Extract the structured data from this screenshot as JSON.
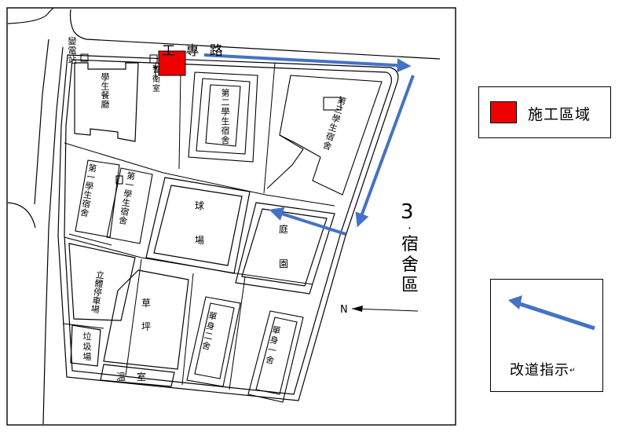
{
  "map": {
    "road_label": "工 專 路",
    "dorm_area": {
      "number": "3",
      "dot": "·",
      "name": "宿舍區"
    },
    "north_label": "N",
    "buildings": {
      "substation": "變電站",
      "guard_room": "警衛室",
      "student_restaurant": "學生餐廳",
      "dorm_2": "第二學生宿舍",
      "dorm_3": "第三學生宿舍",
      "dorm_1_left": "第一學生宿舍",
      "dorm_1_right": "第一學生宿舍",
      "ball_field": "球場",
      "garden": "庭園",
      "garage": "立體停車場",
      "garbage": "垃圾場",
      "lawn": "草坪",
      "greenhouse": "溫室",
      "single_dorm_2": "單身二舍",
      "single_dorm_1": "單身一舍"
    },
    "colors": {
      "construction": "#ee0000",
      "detour_arrow": "#4472c4"
    }
  },
  "legend": {
    "construction_zone": {
      "label": "施工區域",
      "icon": "red-square-icon"
    },
    "detour": {
      "label": "改道指示",
      "mark": "↵",
      "icon": "blue-arrow-icon"
    }
  }
}
